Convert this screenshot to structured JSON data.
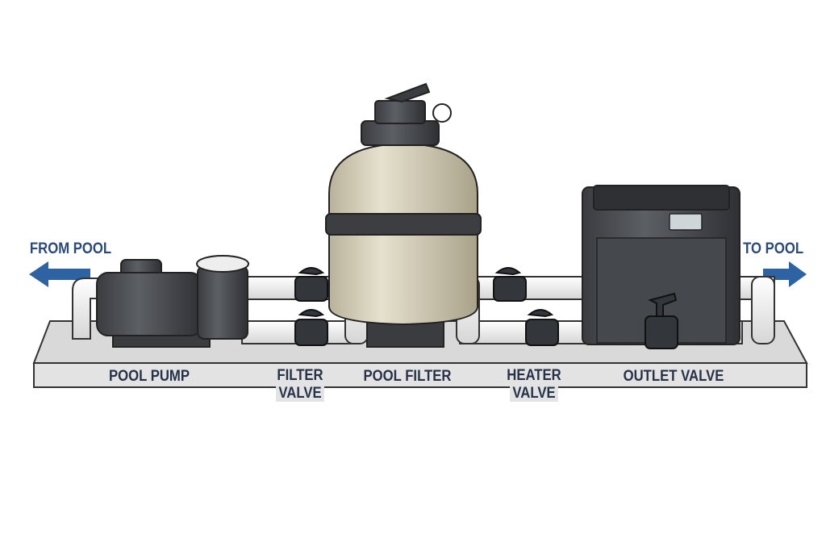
{
  "flow": {
    "from_pool": "FROM POOL",
    "to_pool": "TO POOL",
    "arrow_color": "#2d62a3"
  },
  "components": [
    {
      "label": "POOL PUMP"
    },
    {
      "label_line1": "FILTER",
      "label_line2": "VALVE"
    },
    {
      "label": "POOL FILTER"
    },
    {
      "label_line1": "HEATER",
      "label_line2": "VALVE"
    },
    {
      "label": "OUTLET VALVE"
    }
  ],
  "colors": {
    "label_text": "#263247",
    "platform": "#e3e3e3",
    "filter_tank": "#d8d2bc",
    "equipment_dark": "#4a4d52",
    "pipe": "#f7f7f7"
  }
}
